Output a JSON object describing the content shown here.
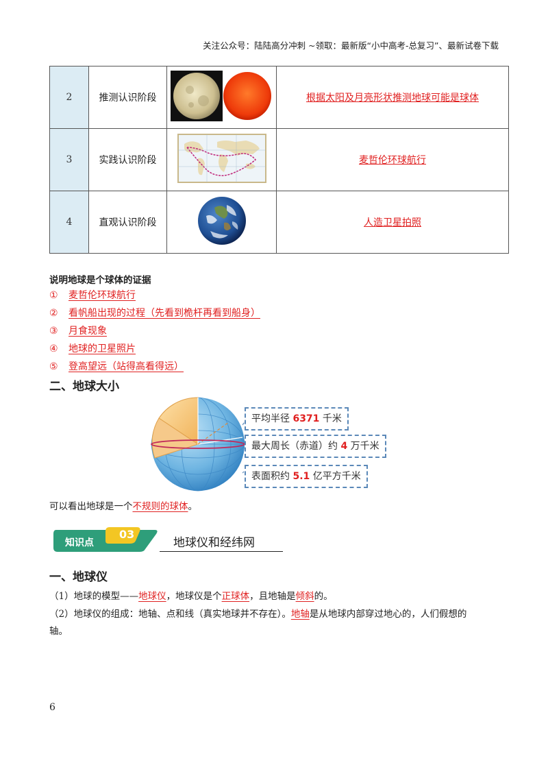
{
  "header": {
    "text": "关注公众号：陆陆高分冲刺 ~领取：最新版“小中高考-总复习”、最新试卷下载"
  },
  "table": {
    "rows": [
      {
        "num": "2",
        "stage": "推测认识阶段",
        "image": "moon-sun-image",
        "answer": "根据太阳及月亮形状推测地球可能是球体"
      },
      {
        "num": "3",
        "stage": "实践认识阶段",
        "image": "world-map-image",
        "answer": "麦哲伦环球航行"
      },
      {
        "num": "4",
        "stage": "直观认识阶段",
        "image": "earth-photo-image",
        "answer": "人造卫星拍照"
      }
    ]
  },
  "evidence": {
    "heading": "说明地球是个球体的证据",
    "items": [
      {
        "mark": "①",
        "text": "麦哲伦环球航行"
      },
      {
        "mark": "②",
        "text": "看帆船出现的过程（先看到桅杆再看到船身）"
      },
      {
        "mark": "③",
        "text": "月食现象"
      },
      {
        "mark": "④",
        "text": "地球的卫星照片"
      },
      {
        "mark": "⑤",
        "text": "登高望远（站得高看得远）"
      }
    ]
  },
  "size_section": {
    "heading": "二、地球大小",
    "box1": {
      "pre": "平均半径 ",
      "value": "6371",
      "post": " 千米"
    },
    "box2": {
      "pre": "最大周长（赤道）约 ",
      "value": "4",
      "post": " 万千米"
    },
    "box3": {
      "pre": "表面积约 ",
      "value": "5.1",
      "post": " 亿平方千米"
    },
    "conclusion_pre": "可以看出地球是一个",
    "conclusion_red": "不规则的球体",
    "conclusion_post": "。"
  },
  "knowledge": {
    "badge_label": "知识点",
    "badge_num": "03",
    "title": "地球仪和经纬网",
    "heading": "一、地球仪",
    "p1_a": "（1）地球的模型——",
    "p1_r1": "地球仪",
    "p1_b": "，地球仪是个",
    "p1_r2": "正球体",
    "p1_c": "，且地轴是",
    "p1_r3": "倾斜",
    "p1_d": "的。",
    "p2_a": "（2）地球仪的组成：地轴、点和线（真实地球并不存在）。",
    "p2_r1": "地轴",
    "p2_b": "是从地球内部穿过地心的，人们假想的",
    "p2_line2": "轴。"
  },
  "colors": {
    "answer_red": "#e02020",
    "num_cell_bg": "#dcecf4",
    "badge_green": "#2e9e7a",
    "badge_yellow": "#f3c623",
    "box_border": "#5a88b8"
  },
  "page_number": "6"
}
